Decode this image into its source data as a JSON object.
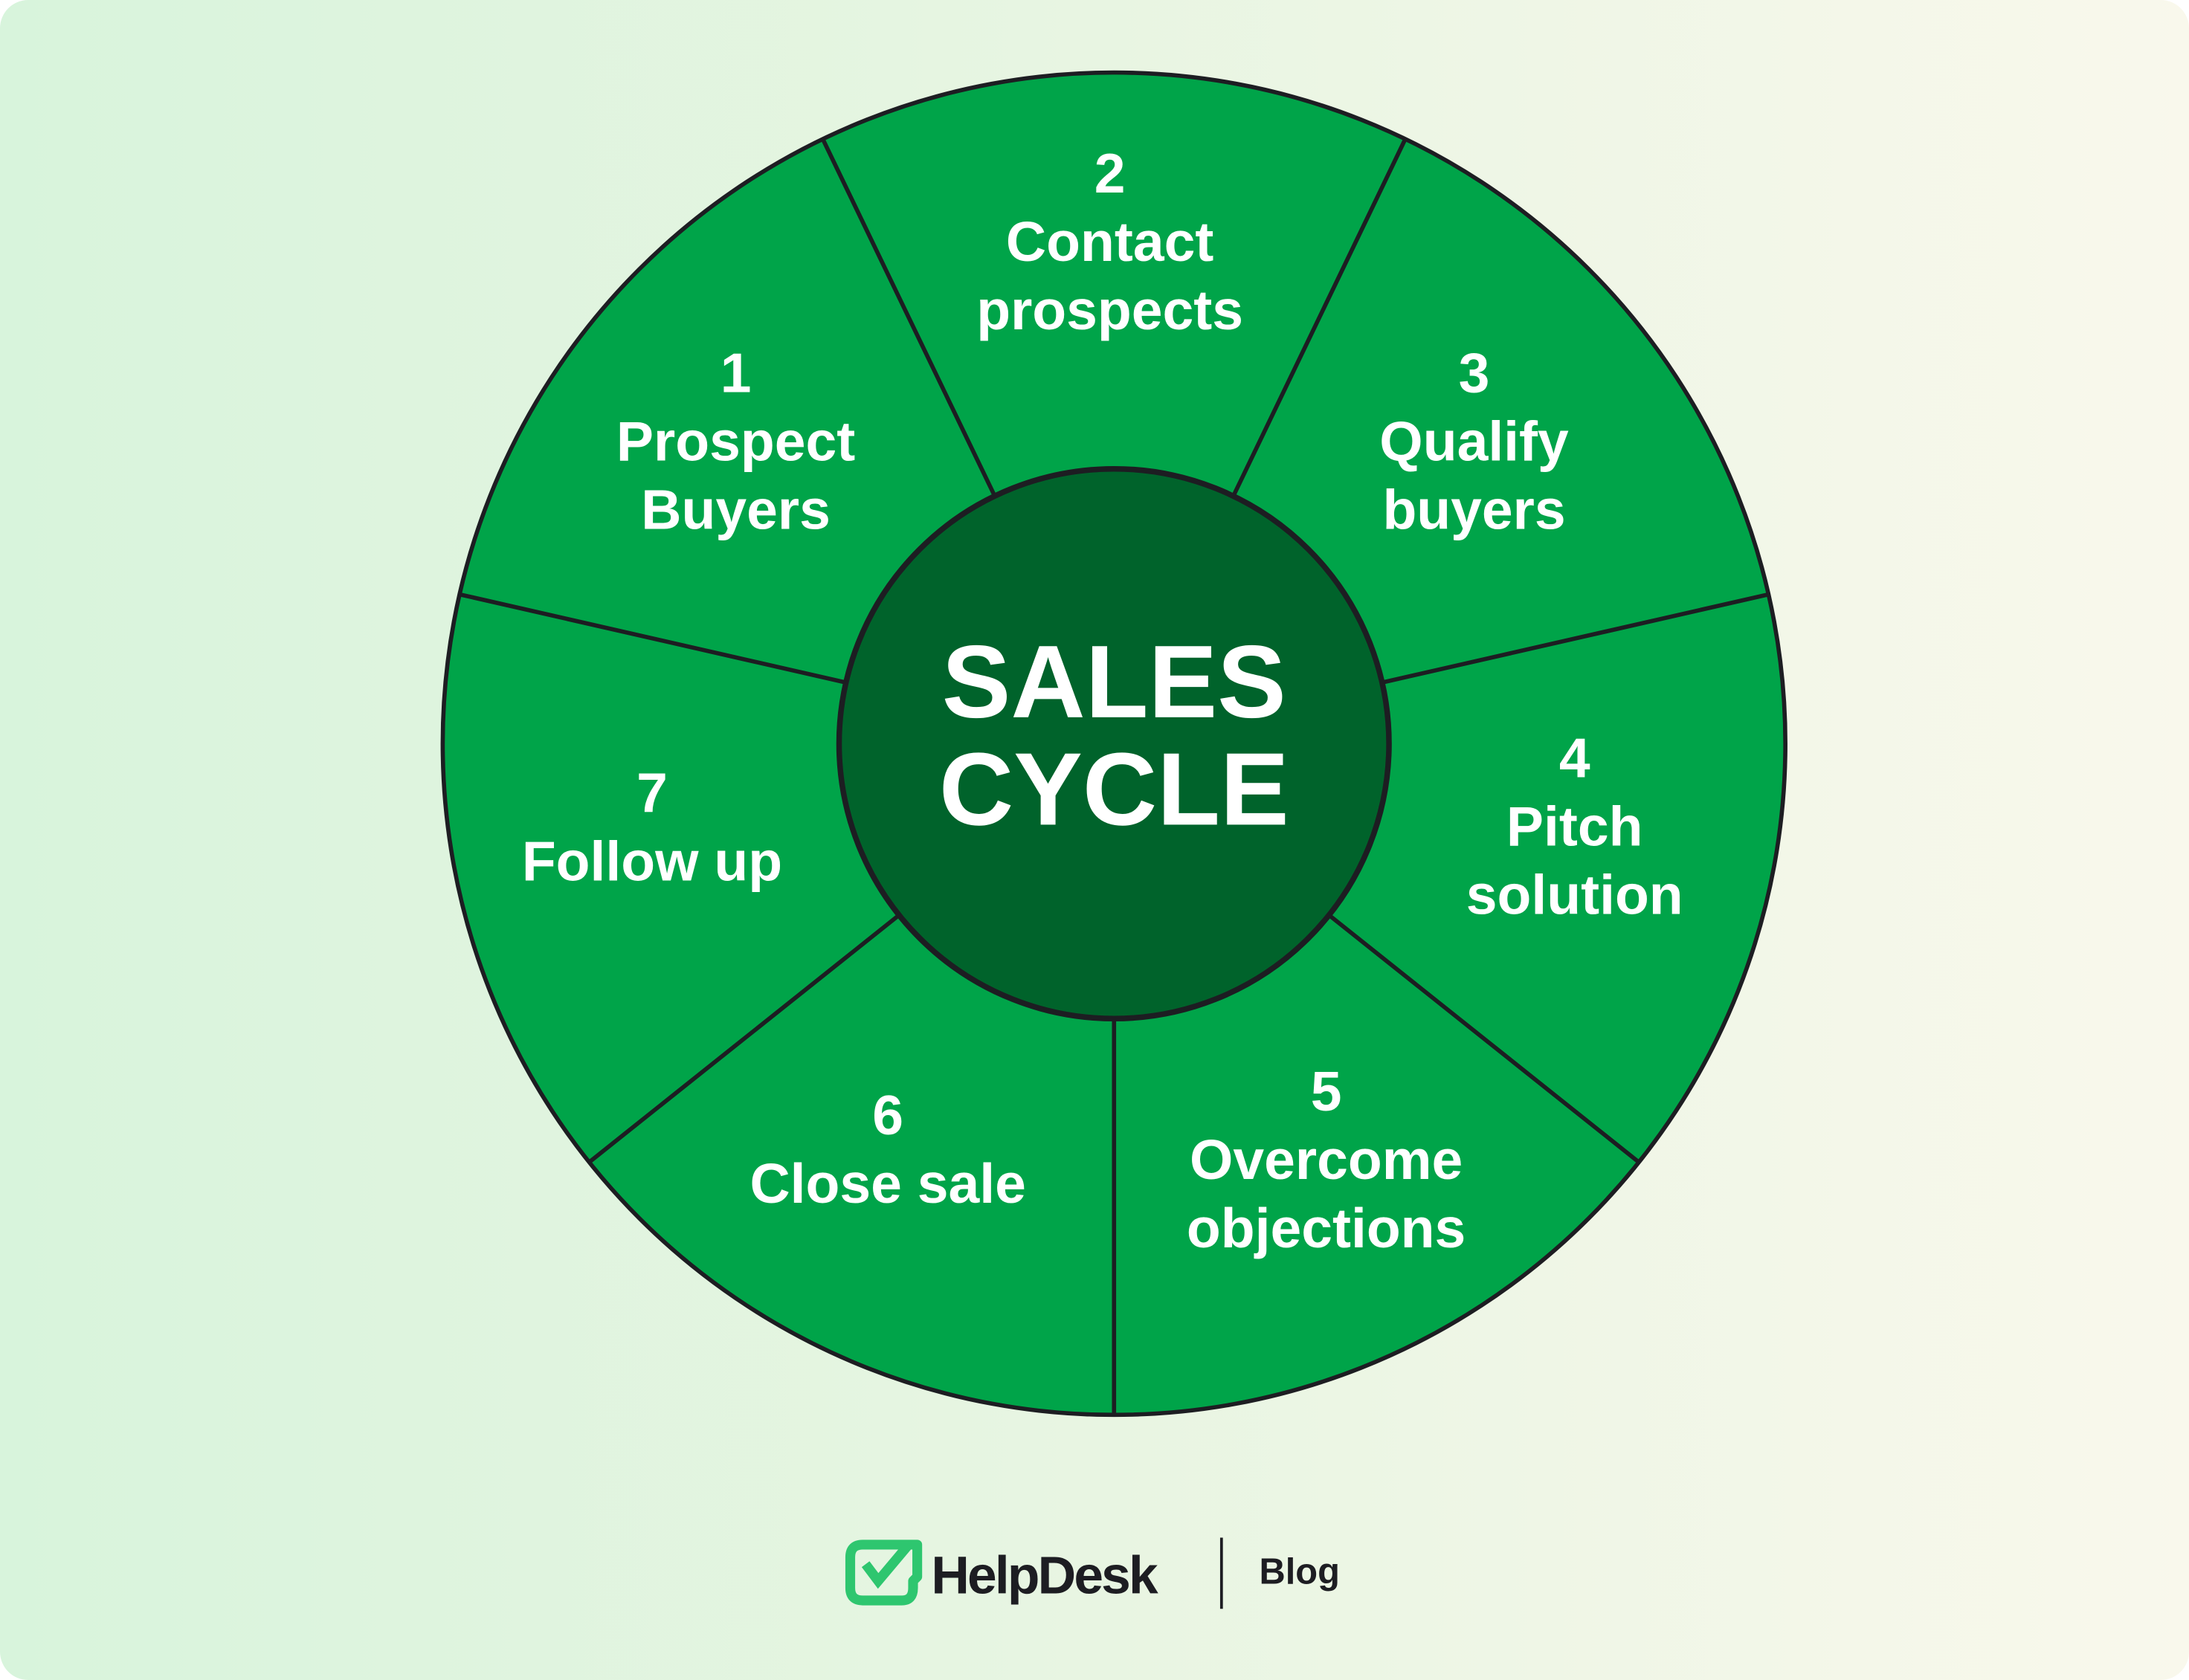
{
  "diagram": {
    "center": {
      "line1": "SALES",
      "line2": "CYCLE"
    },
    "steps": [
      {
        "number": "1",
        "line1": "Prospect",
        "line2": "Buyers"
      },
      {
        "number": "2",
        "line1": "Contact",
        "line2": "prospects"
      },
      {
        "number": "3",
        "line1": "Qualify",
        "line2": "buyers"
      },
      {
        "number": "4",
        "line1": "Pitch",
        "line2": "solution"
      },
      {
        "number": "5",
        "line1": "Overcome",
        "line2": "objections"
      },
      {
        "number": "6",
        "line1": "Close sale"
      },
      {
        "number": "7",
        "line1": "Follow up"
      }
    ],
    "colors": {
      "segment": "#00a449",
      "center": "#00632b",
      "stroke": "#1d1d22",
      "logo": "#2ec66f"
    }
  },
  "footer": {
    "brand": "HelpDesk",
    "section": "Blog"
  }
}
